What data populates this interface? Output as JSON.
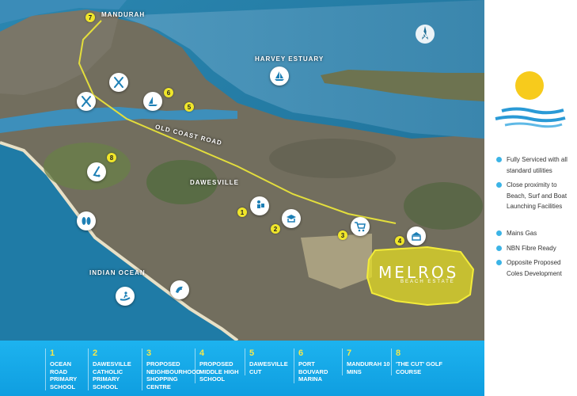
{
  "map": {
    "labels": {
      "mandurah": "MANDURAH",
      "harvey_estuary": "HARVEY ESTUARY",
      "old_coast_road": "OLD COAST ROAD",
      "dawesville": "DAWESVILLE",
      "indian_ocean": "INDIAN OCEAN"
    },
    "markers": [
      "7",
      "6",
      "5",
      "8",
      "1",
      "2",
      "3",
      "4"
    ],
    "brand": {
      "name": "MELROS",
      "tagline": "BEACH ESTATE"
    },
    "compass": "N"
  },
  "legend": [
    {
      "number": "1",
      "label": "Ocean Road Primary School"
    },
    {
      "number": "2",
      "label": "Dawesville Catholic Primary School"
    },
    {
      "number": "3",
      "label": "Proposed Neighbourhood Shopping Centre"
    },
    {
      "number": "4",
      "label": "Proposed Middle High School"
    },
    {
      "number": "5",
      "label": "Dawesville Cut"
    },
    {
      "number": "6",
      "label": "Port Bouvard Marina"
    },
    {
      "number": "7",
      "label": "Mandurah 10 mins"
    },
    {
      "number": "8",
      "label": "'The Cut' Golf Course"
    }
  ],
  "features": [
    "Fully Serviced with all standard utilities",
    "Close proximity to Beach, Surf and Boat Launching Facilities",
    "Mains Gas",
    "NBN Fibre Ready",
    "Opposite Proposed Coles Development"
  ],
  "colors": {
    "water": "#2d7fa8",
    "land": "#6e6a5a",
    "road": "#e3de3c",
    "estate": "#e6df20",
    "legend_bg": "#1aaeea",
    "number_badge": "#f0e62a",
    "bullet": "#3cb4e6",
    "sun": "#f7cb1c"
  }
}
